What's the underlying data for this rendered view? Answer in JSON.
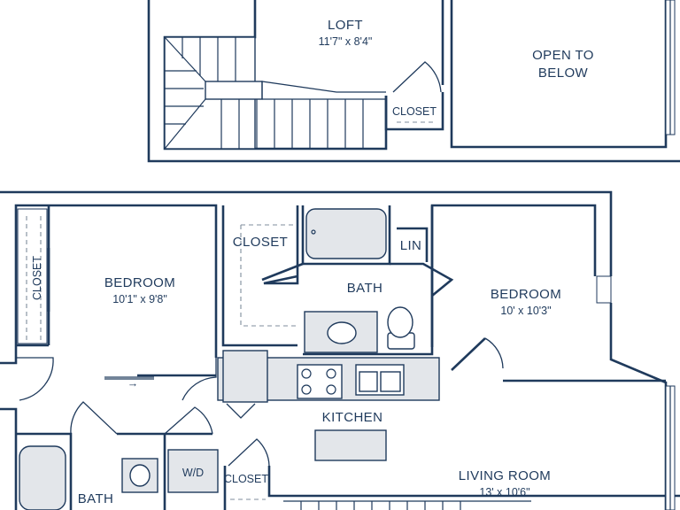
{
  "loft": {
    "name": "LOFT",
    "size": "11'7\" x 8'4\"",
    "open_to_below": [
      "OPEN TO",
      "BELOW"
    ],
    "closet": "CLOSET"
  },
  "bedroom_left": {
    "name": "BEDROOM",
    "size": "10'1\" x 9'8\"",
    "closet": "CLOSET"
  },
  "bath_center": {
    "name": "BATH",
    "closet": "CLOSET",
    "linen": "LIN"
  },
  "bedroom_right": {
    "name": "BEDROOM",
    "size": "10' x 10'3\""
  },
  "kitchen": {
    "name": "KITCHEN"
  },
  "living_room": {
    "name": "LIVING ROOM",
    "size": "13' x 10'6\""
  },
  "bath_lower": {
    "name": "BATH"
  },
  "laundry": {
    "label": "W/D"
  },
  "closet_lower": {
    "label": "CLOSET"
  },
  "colors": {
    "wall": "#1f3a5c",
    "fixture_fill": "#e3e6ea"
  }
}
